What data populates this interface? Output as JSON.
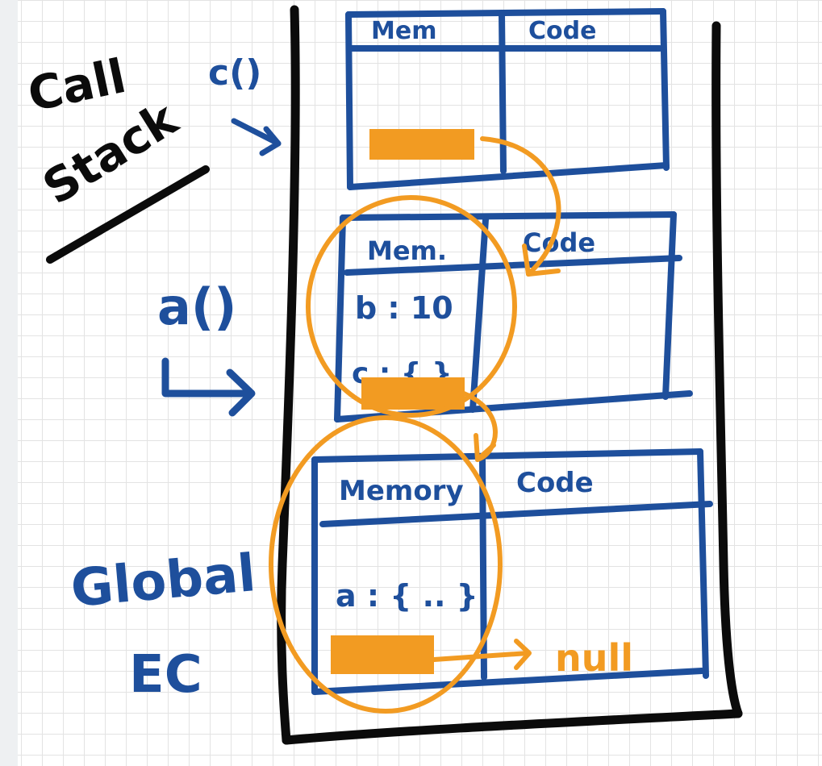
{
  "left_label": {
    "call_stack_line1": "Call",
    "call_stack_line2": "Stack",
    "call_stack_func": "c()",
    "a_func": "a()",
    "global_line1": "Global",
    "global_line2": "EC"
  },
  "frames": [
    {
      "memory_header": "Mem",
      "code_header": "Code",
      "memory_items": []
    },
    {
      "memory_header": "Mem.",
      "code_header": "Code",
      "memory_items": [
        "b : 10",
        "c : { }"
      ]
    },
    {
      "memory_header": "Memory",
      "code_header": "Code",
      "memory_items": [
        "a : { .. }"
      ]
    }
  ],
  "null_label": "null",
  "colors": {
    "ink_black": "#0b0b0b",
    "ink_blue": "#1e4f9c",
    "ink_orange": "#f29b22"
  }
}
